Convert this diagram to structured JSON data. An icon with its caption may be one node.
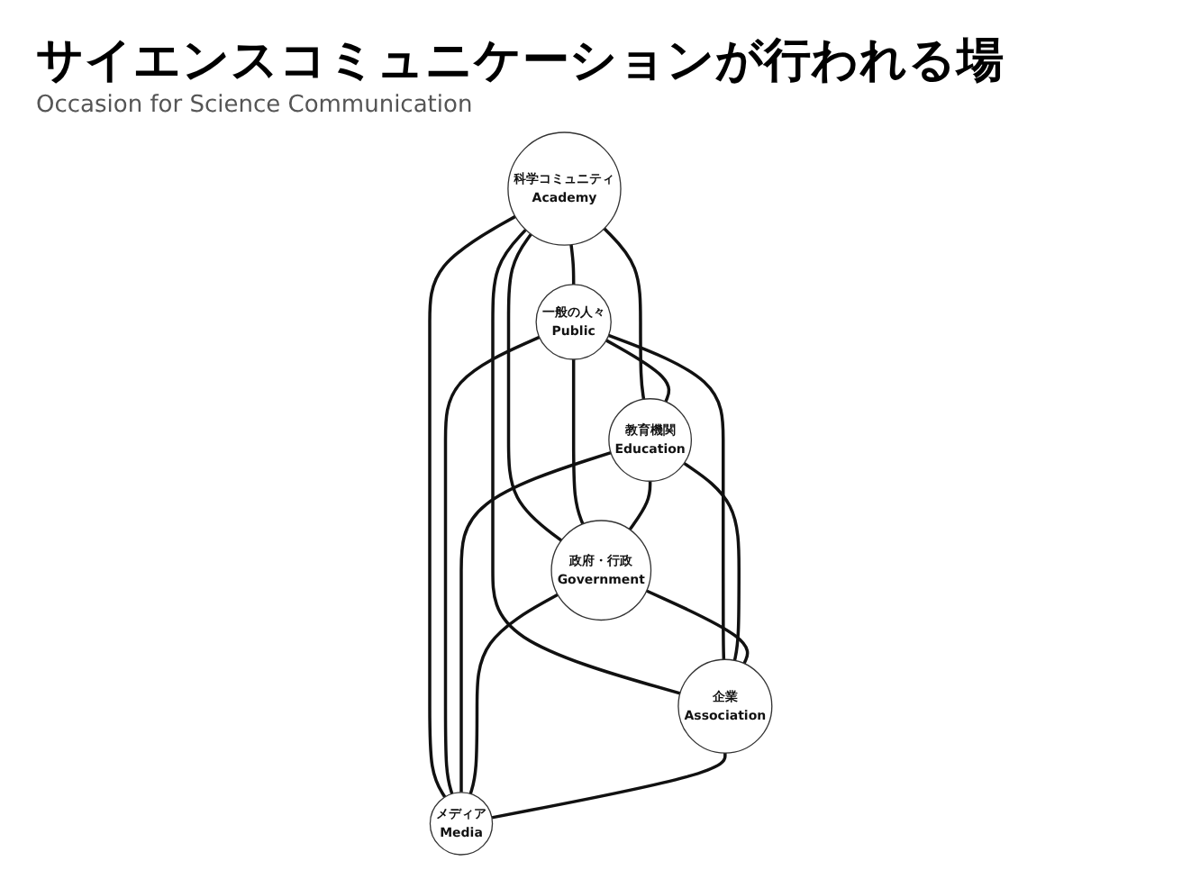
{
  "diagram": {
    "title": "サイエンスコミュニケーションが行われる場",
    "nodes": [
      {
        "text": [
          "科学コミュニティ",
          "Academy"
        ]
      },
      {
        "text": [
          "一般の人々",
          "Public"
        ]
      },
      {
        "text": [
          "教育機関",
          "Education"
        ]
      },
      {
        "text": [
          "政府・行政",
          "Government"
        ]
      },
      {
        "text": [
          "企業",
          "Association"
        ]
      },
      {
        "text": [
          "メディア",
          "Media"
        ]
      }
    ],
    "edges": [
      {
        "from": 0,
        "to": 1,
        "arrow": "none"
      },
      {
        "from": 0,
        "to": 2,
        "arrow": "none"
      },
      {
        "from": 0,
        "to": 3,
        "arrow": "none"
      },
      {
        "from": 0,
        "to": 4,
        "arrow": "none"
      },
      {
        "from": 0,
        "to": 5,
        "arrow": "none"
      },
      {
        "from": 1,
        "to": 2,
        "arrow": "none"
      },
      {
        "from": 1,
        "to": 3,
        "arrow": "none"
      },
      {
        "from": 1,
        "to": 4,
        "arrow": "none"
      },
      {
        "from": 1,
        "to": 5,
        "arrow": "none"
      },
      {
        "from": 2,
        "to": 3,
        "arrow": "none"
      },
      {
        "from": 2,
        "to": 4,
        "arrow": "none"
      },
      {
        "from": 2,
        "to": 5,
        "arrow": "none"
      },
      {
        "from": 3,
        "to": 4,
        "arrow": "none"
      },
      {
        "from": 3,
        "to": 5,
        "arrow": "none"
      },
      {
        "from": 4,
        "to": 5,
        "arrow": "none"
      }
    ],
    "labels": [
      "Occasion for Science Communication"
    ]
  }
}
